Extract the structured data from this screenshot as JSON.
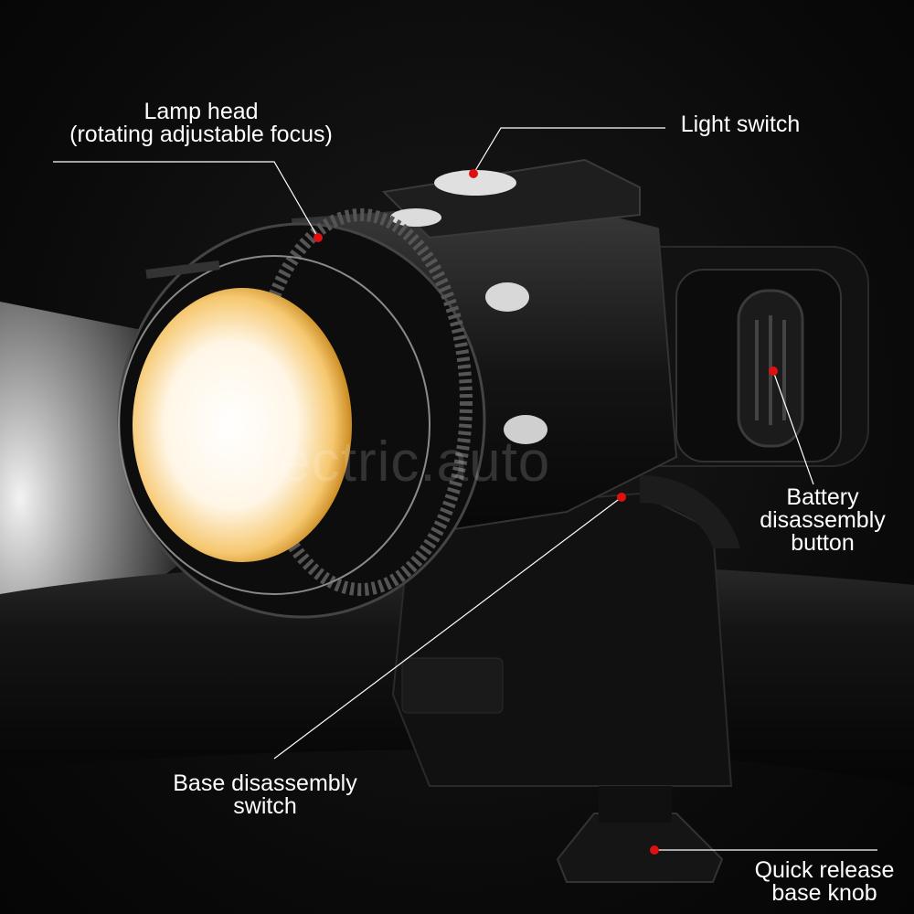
{
  "image": {
    "subject": "bicycle headlight mounted on handlebar",
    "background_color": "#0c0c0c",
    "marker_color": "#e01010",
    "watermark": "electric.auto"
  },
  "callouts": {
    "lamp_head": {
      "line1": "Lamp head",
      "line2": "(rotating adjustable focus)"
    },
    "light_switch": {
      "line1": "Light switch"
    },
    "battery_button": {
      "line1": "Battery",
      "line2": "disassembly",
      "line3": "button"
    },
    "base_switch": {
      "line1": "Base disassembly",
      "line2": "switch"
    },
    "quick_release": {
      "line1": "Quick release",
      "line2": "base knob"
    }
  }
}
